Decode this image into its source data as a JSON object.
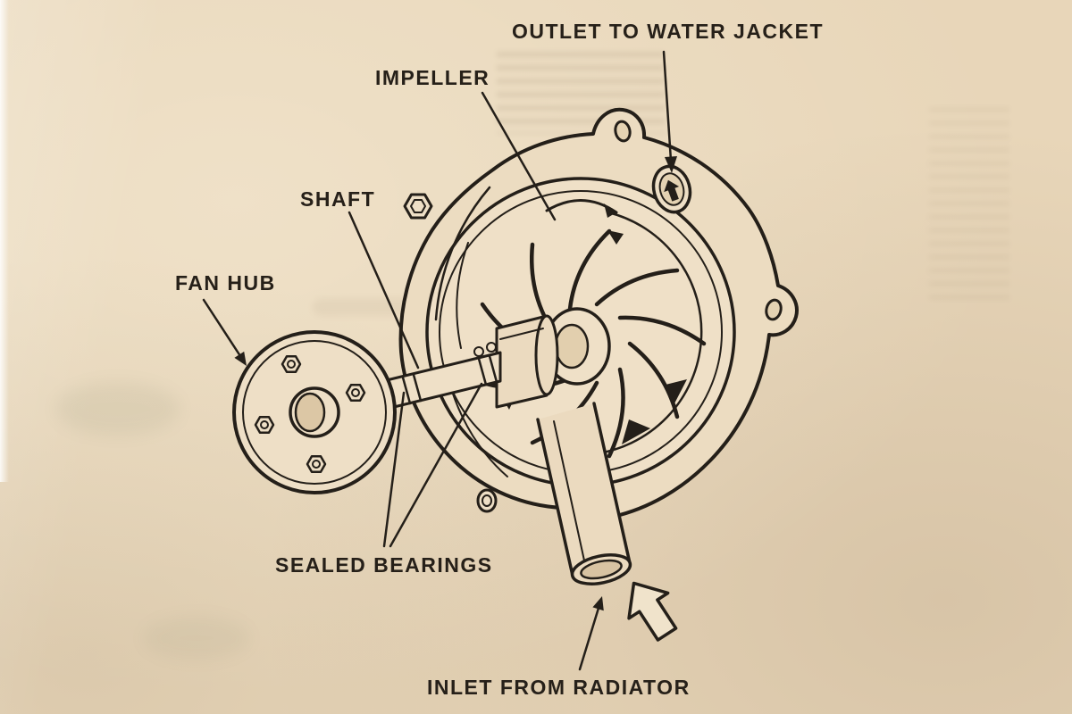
{
  "page": {
    "background_color": "#e8d6b9",
    "ink_color": "#241f19",
    "description": "Scanned book page: cutaway line illustration of an automotive water pump with part callouts"
  },
  "diagram": {
    "subject": "water pump cutaway",
    "labels": {
      "outlet": "OUTLET TO WATER JACKET",
      "impeller": "IMPELLER",
      "shaft": "SHAFT",
      "fan_hub": "FAN HUB",
      "sealed_bearings": "SEALED BEARINGS",
      "inlet": "INLET FROM RADIATOR"
    }
  }
}
